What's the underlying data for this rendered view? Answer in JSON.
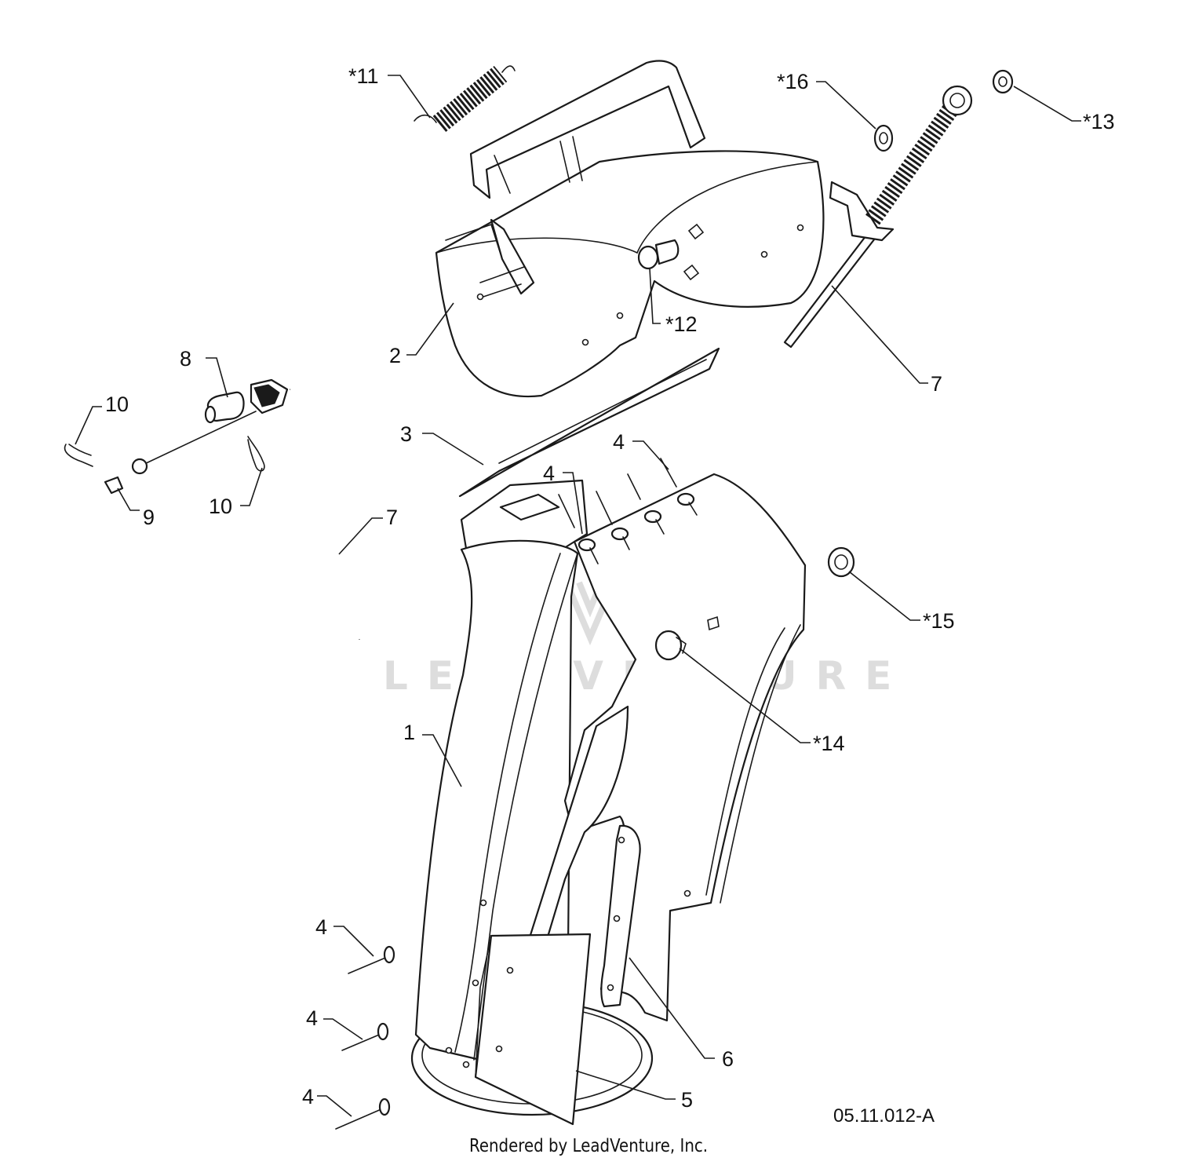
{
  "watermark": "LEADVENTURE",
  "drawing_code": "05.11.012-A",
  "credit": "Rendered by LeadVenture, Inc.",
  "callouts": {
    "c1": "1",
    "c2": "2",
    "c3": "3",
    "c4a": "4",
    "c4b": "4",
    "c4c": "4",
    "c4d": "4",
    "c4e": "4",
    "c5": "5",
    "c6": "6",
    "c7a": "7",
    "c7b": "7",
    "c8": "8",
    "c9": "9",
    "c10a": "10",
    "c10b": "10",
    "c11": "*11",
    "c12": "*12",
    "c13": "*13",
    "c14": "*14",
    "c15": "*15",
    "c16": "*16"
  }
}
